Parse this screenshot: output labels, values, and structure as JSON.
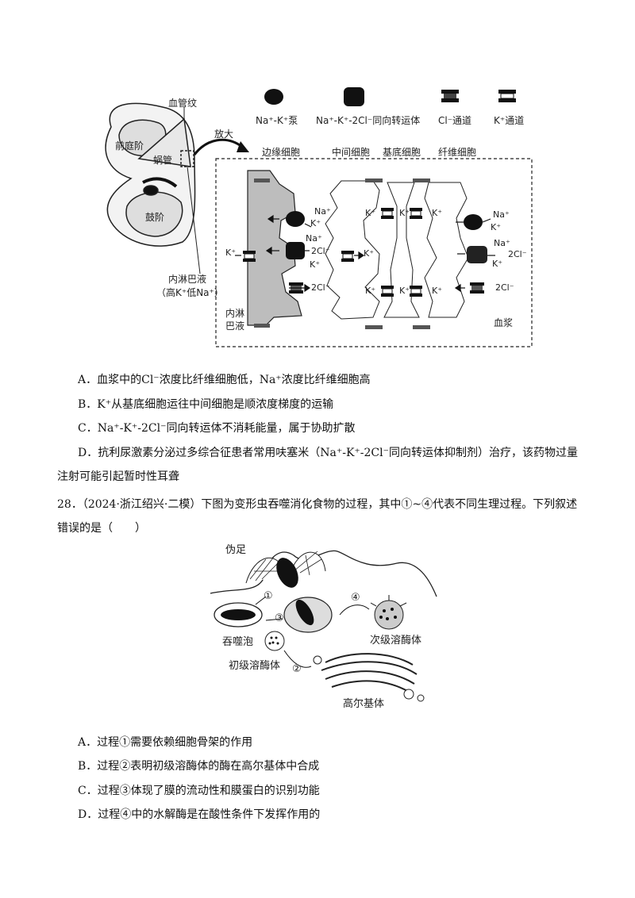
{
  "fig1": {
    "legend": {
      "pump": "Na⁺-K⁺泵",
      "cotransporter": "Na⁺-K⁺-2Cl⁻同向转运体",
      "cl_channel": "Cl⁻通道",
      "k_channel": "K⁺通道"
    },
    "cochlea": {
      "vessel": "血管纹",
      "vestibule": "前庭阶",
      "duct": "蜗管",
      "tympanic": "鼓阶",
      "zoom": "放大",
      "endolymph_line1": "内淋巴液",
      "endolymph_line2": "（高K⁺低Na⁺）"
    },
    "cells": {
      "marginal": "边缘细胞",
      "intermediate": "中间细胞",
      "basal": "基底细胞",
      "fibro": "纤维细胞"
    },
    "ions": {
      "na": "Na⁺",
      "k": "K⁺",
      "twocl": "2Cl⁻"
    },
    "endo_line1": "内淋",
    "endo_line2": "巴液",
    "plasma": "血浆"
  },
  "q27": {
    "options": [
      "A．血浆中的Cl⁻浓度比纤维细胞低，Na⁺浓度比纤维细胞高",
      "B．K⁺从基底细胞运往中间细胞是顺浓度梯度的运输",
      "C．Na⁺-K⁺-2Cl⁻同向转运体不消耗能量，属于协助扩散",
      "D．抗利尿激素分泌过多综合征患者常用呋塞米（Na⁺-K⁺-2Cl⁻同向转运体抑制剂）治疗，该药物过量"
    ],
    "option_d_cont": "注射可能引起暂时性耳聋"
  },
  "q28": {
    "line1": "28．（2024·浙江绍兴·二模）下图为变形虫吞噬消化食物的过程，其中①~④代表不同生理过程。下列叙述",
    "line2": "错误的是（　　）",
    "fig": {
      "pseudopod": "伪足",
      "phagosome": "吞噬泡",
      "primary": "初级溶酶体",
      "secondary": "次级溶酶体",
      "golgi": "高尔基体",
      "s1": "①",
      "s2": "②",
      "s3": "③",
      "s4": "④"
    },
    "options": [
      "A．过程①需要依赖细胞骨架的作用",
      "B．过程②表明初级溶酶体的酶在高尔基体中合成",
      "C．过程③体现了膜的流动性和膜蛋白的识别功能",
      "D．过程④中的水解酶是在酸性条件下发挥作用的"
    ]
  }
}
